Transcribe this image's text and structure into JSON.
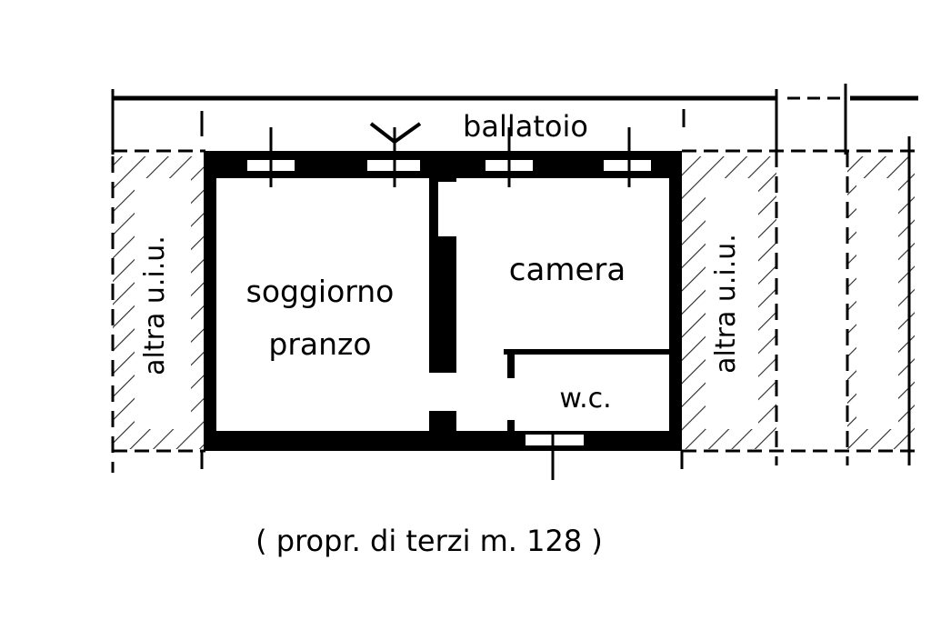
{
  "plan": {
    "colors": {
      "ink": "#000000",
      "paper": "#ffffff"
    },
    "labels": {
      "corridor": "ballatoio",
      "living_line1": "soggiorno",
      "living_line2": "pranzo",
      "bedroom": "camera",
      "bathroom": "w.c.",
      "adjacent_left": "altra u.i.u.",
      "adjacent_right": "altra u.i.u.",
      "bottom_note": "( propr. di terzi m. 128 )"
    }
  }
}
